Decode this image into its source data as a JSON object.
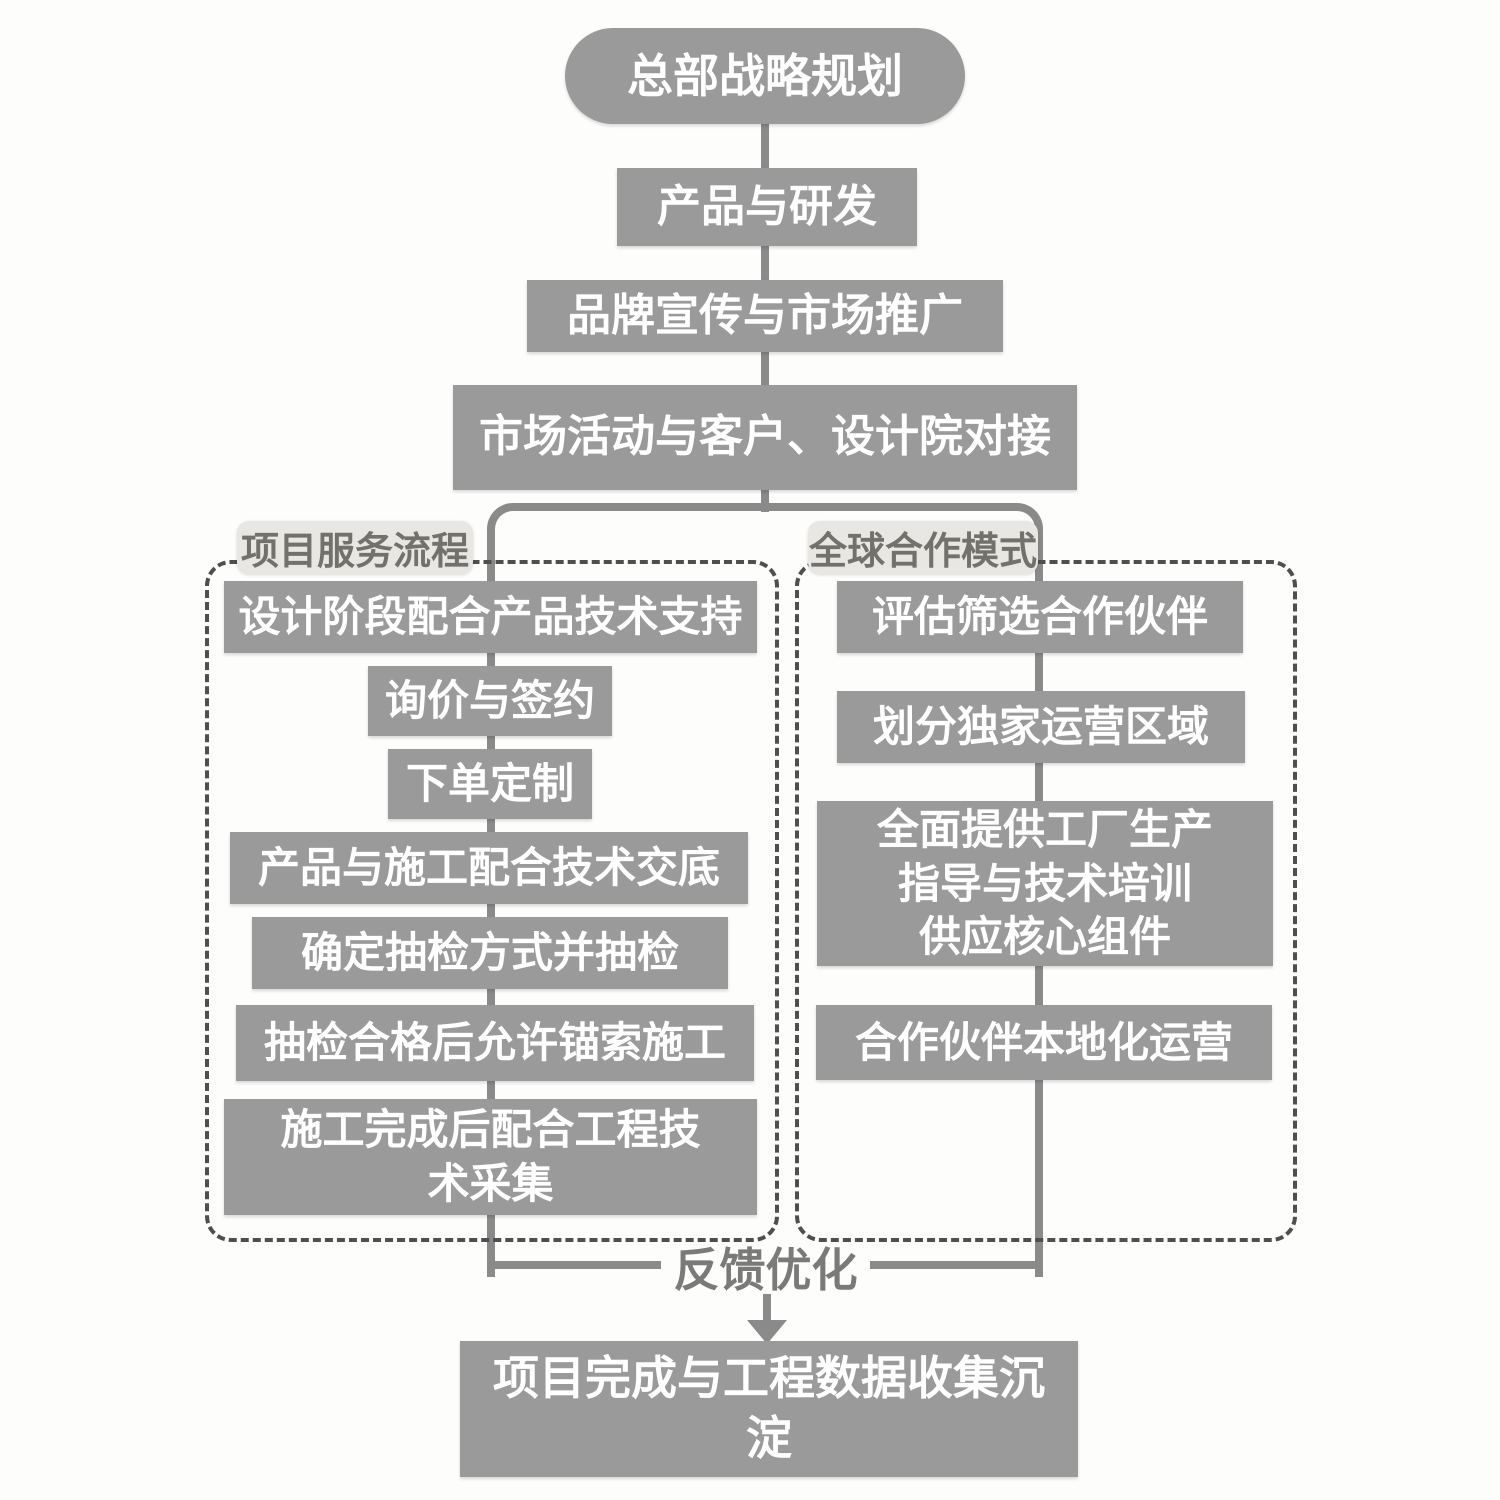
{
  "colors": {
    "canvas_bg": "#fdfdfc",
    "node_fill": "#9a9a9a",
    "node_text": "#ffffff",
    "connector": "#8a8a8a",
    "dashed_border": "#4f4f4f",
    "branch_label_bg": "#e8e7e4",
    "branch_label_text": "#72716c",
    "feedback_text": "#7a7a78"
  },
  "flow": {
    "top_chain": [
      "总部战略规划",
      "产品与研发",
      "品牌宣传与市场推广",
      "市场活动与客户、设计院对接"
    ],
    "left_branch": {
      "title": "项目服务流程",
      "steps": [
        "设计阶段配合产品技术支持",
        "询价与签约",
        "下单定制",
        "产品与施工配合技术交底",
        "确定抽检方式并抽检",
        "抽检合格后允许锚索施工",
        "施工完成后配合工程技\n术采集"
      ]
    },
    "right_branch": {
      "title": "全球合作模式",
      "steps": [
        "评估筛选合作伙伴",
        "划分独家运营区域",
        "全面提供工厂生产\n指导与技术培训\n供应核心组件",
        "合作伙伴本地化运营"
      ]
    },
    "feedback_label": "反馈优化",
    "final_node": "项目完成与工程数据收集沉\n淀"
  }
}
